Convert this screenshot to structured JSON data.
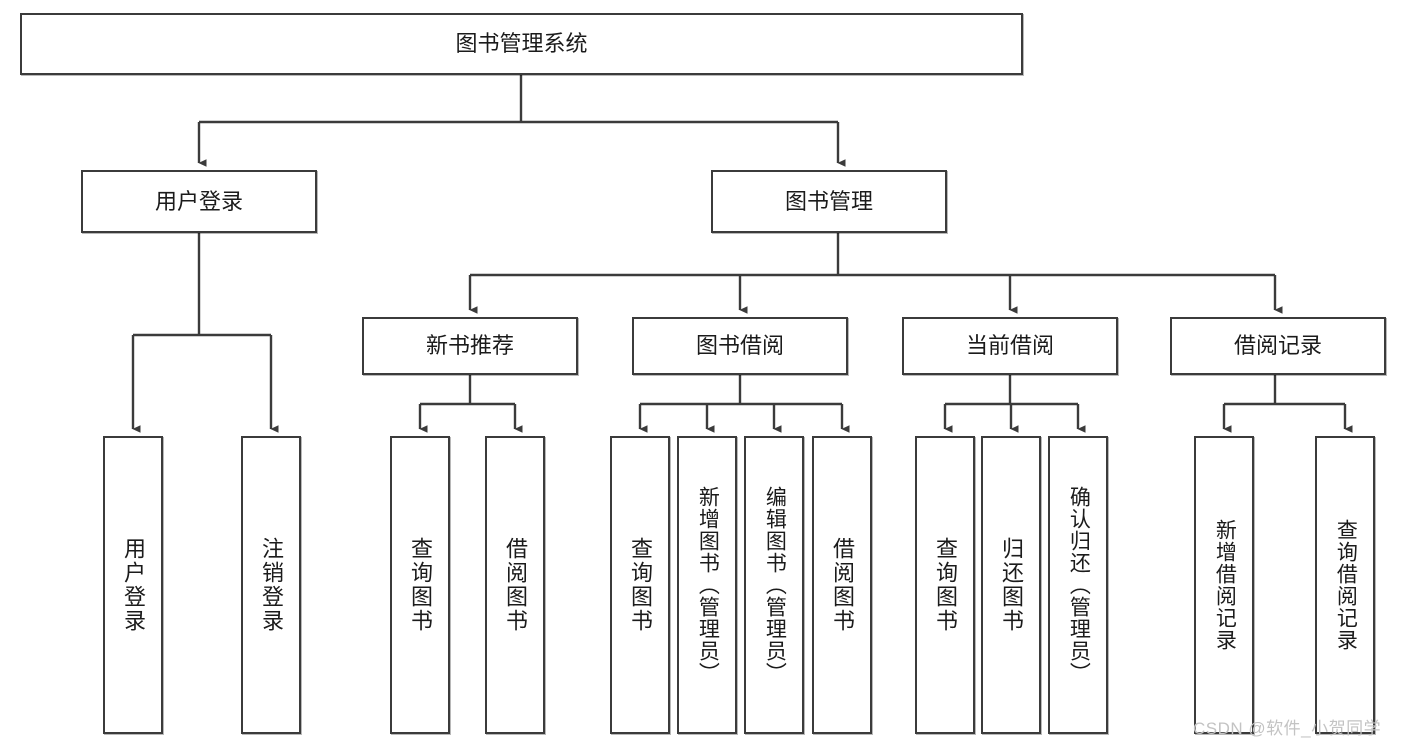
{
  "diagram": {
    "type": "tree",
    "title": "图书管理系统",
    "root": {
      "id": "root",
      "label": "图书管理系统",
      "orientation": "horizontal"
    },
    "level1": [
      {
        "id": "user-login",
        "label": "用户登录",
        "orientation": "horizontal"
      },
      {
        "id": "book-management",
        "label": "图书管理",
        "orientation": "horizontal"
      }
    ],
    "level2": [
      {
        "id": "new-book-recommend",
        "label": "新书推荐",
        "orientation": "horizontal",
        "parent": "book-management"
      },
      {
        "id": "book-borrow",
        "label": "图书借阅",
        "orientation": "horizontal",
        "parent": "book-management"
      },
      {
        "id": "current-borrow",
        "label": "当前借阅",
        "orientation": "horizontal",
        "parent": "book-management"
      },
      {
        "id": "borrow-record",
        "label": "借阅记录",
        "orientation": "horizontal",
        "parent": "book-management"
      }
    ],
    "leaves": [
      {
        "id": "leaf-user-login",
        "label": "用户登录",
        "orientation": "vertical",
        "parent": "user-login"
      },
      {
        "id": "leaf-logout-login",
        "label": "注销登录",
        "orientation": "vertical",
        "parent": "user-login"
      },
      {
        "id": "leaf-query-book-1",
        "label": "查询图书",
        "orientation": "vertical",
        "parent": "new-book-recommend"
      },
      {
        "id": "leaf-borrow-book-1",
        "label": "借阅图书",
        "orientation": "vertical",
        "parent": "new-book-recommend"
      },
      {
        "id": "leaf-query-book-2",
        "label": "查询图书",
        "orientation": "vertical",
        "parent": "book-borrow"
      },
      {
        "id": "leaf-add-book",
        "label": "新增图书（管理员）",
        "orientation": "vertical",
        "parent": "book-borrow"
      },
      {
        "id": "leaf-edit-book",
        "label": "编辑图书（管理员）",
        "orientation": "vertical",
        "parent": "book-borrow"
      },
      {
        "id": "leaf-borrow-book-2",
        "label": "借阅图书",
        "orientation": "vertical",
        "parent": "book-borrow"
      },
      {
        "id": "leaf-query-book-3",
        "label": "查询图书",
        "orientation": "vertical",
        "parent": "current-borrow"
      },
      {
        "id": "leaf-return-book",
        "label": "归还图书",
        "orientation": "vertical",
        "parent": "current-borrow"
      },
      {
        "id": "leaf-confirm-return",
        "label": "确认归还（管理员）",
        "orientation": "vertical",
        "parent": "current-borrow"
      },
      {
        "id": "leaf-add-record",
        "label": "新增借阅记录",
        "orientation": "vertical",
        "parent": "borrow-record"
      },
      {
        "id": "leaf-query-record",
        "label": "查询借阅记录",
        "orientation": "vertical",
        "parent": "borrow-record"
      }
    ],
    "colors": {
      "stroke": "#3b3b3b",
      "text": "#1b1b1b",
      "background": "#ffffff",
      "watermark": "#c3c3c3"
    }
  },
  "watermark": {
    "text": "CSDN @软件_小贺同学"
  }
}
